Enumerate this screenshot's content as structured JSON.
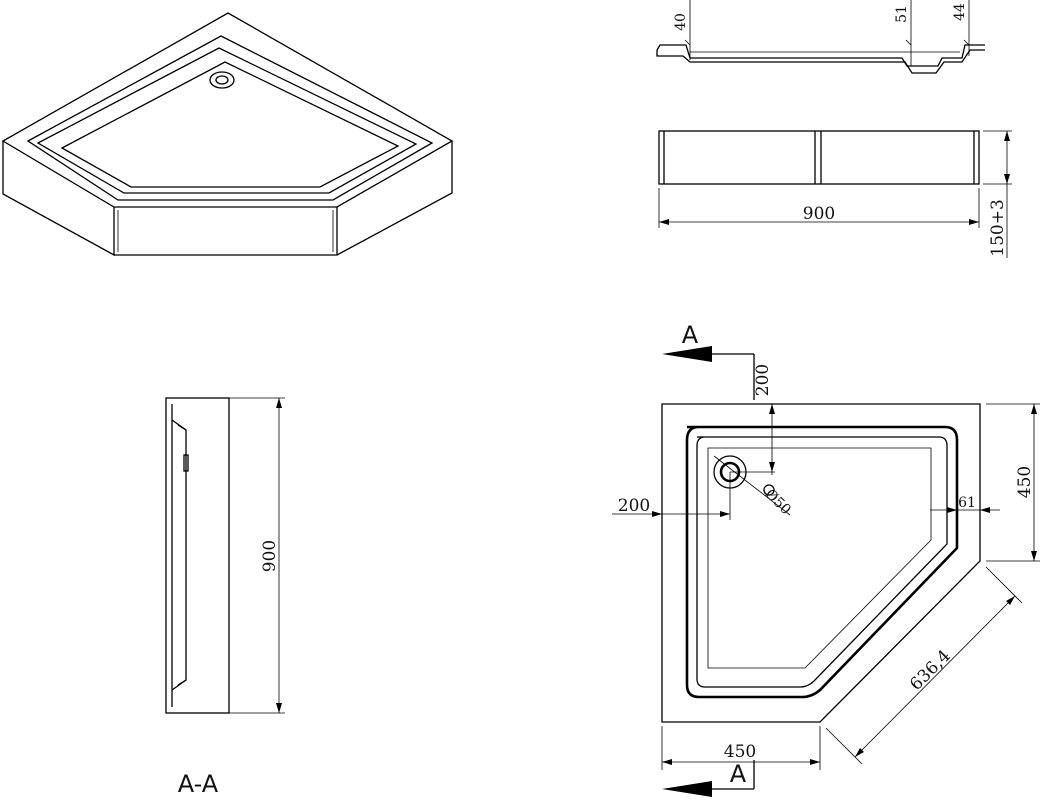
{
  "drawing": {
    "dim_top_40": "40",
    "dim_top_51": "51",
    "dim_top_44": "44",
    "dim_front_900": "900",
    "dim_height": "150+3",
    "dim_side_900": "900",
    "section_label": "A-A",
    "arrow_label_top": "A",
    "arrow_label_bottom": "A",
    "dim_plan_200_vertical": "200",
    "dim_plan_200_horizontal": "200",
    "dim_drain_diameter": "Ø50",
    "dim_plan_61": "61",
    "dim_plan_450_right": "450",
    "dim_plan_450_bottom": "450",
    "dim_plan_diagonal": "636,4"
  }
}
